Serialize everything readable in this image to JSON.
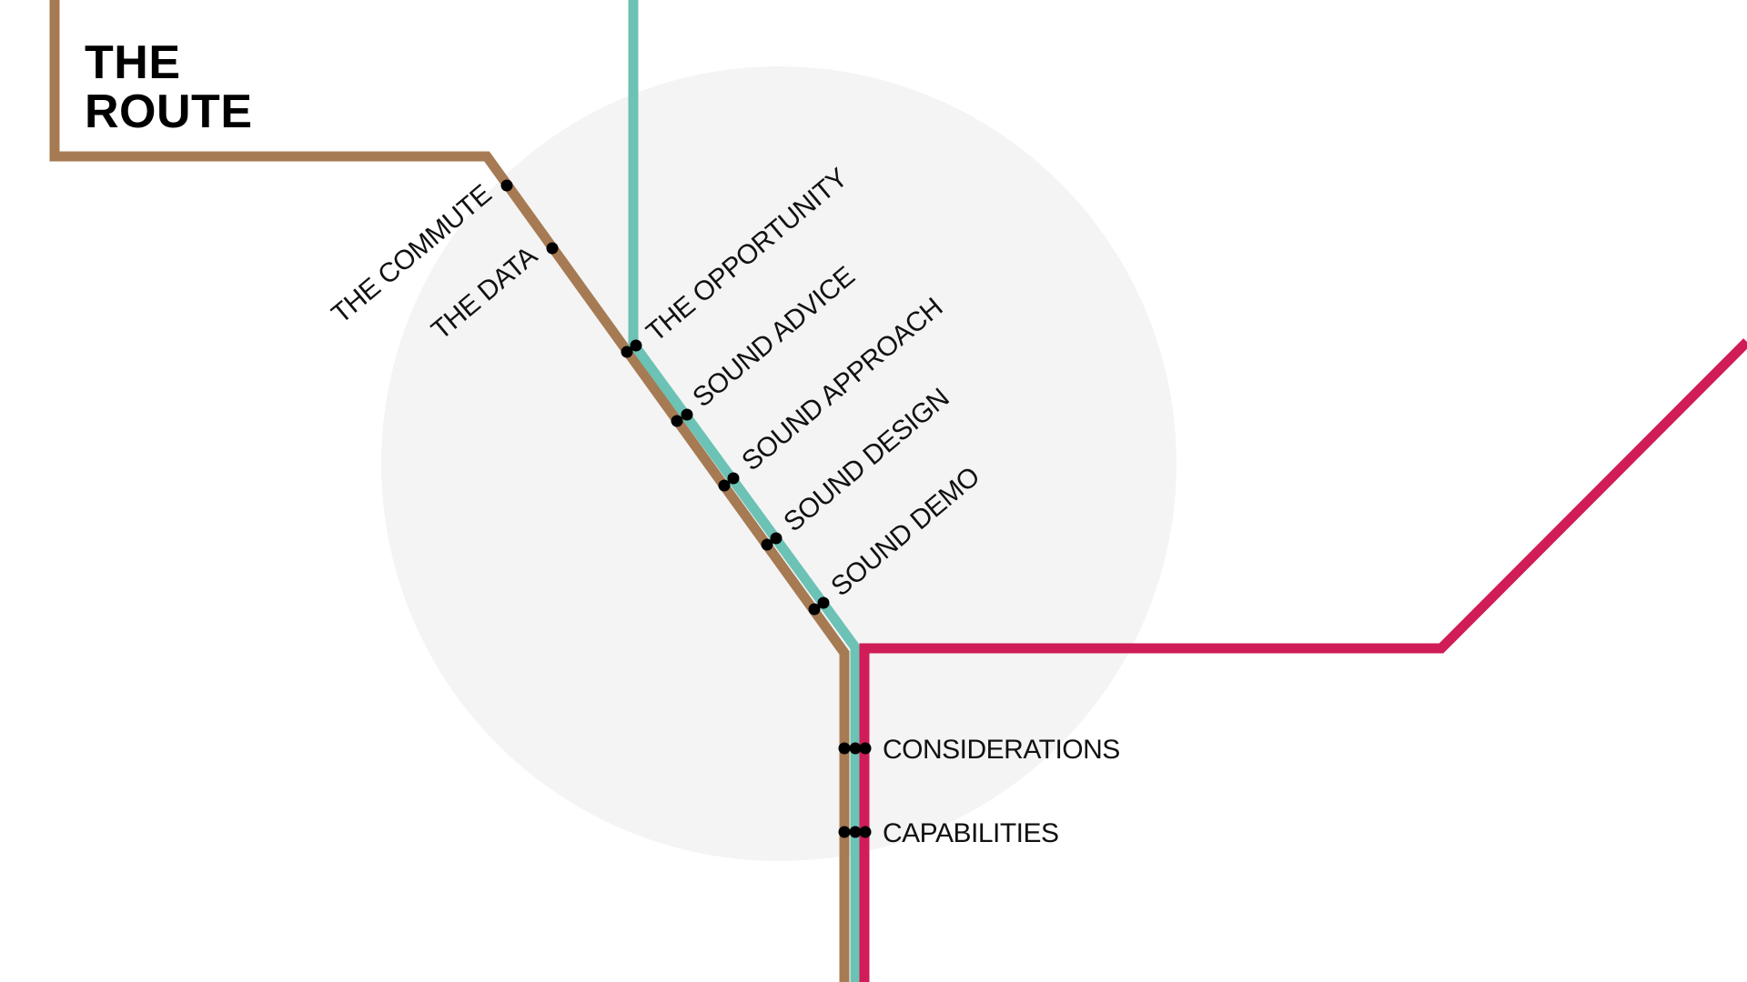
{
  "title": {
    "line1": "THE",
    "line2": "ROUTE"
  },
  "colors": {
    "background": "#ffffff",
    "circle": "#f4f4f4",
    "brown_line": "#a67b53",
    "teal_line": "#6cc2b5",
    "magenta_line": "#d01c57",
    "station_dot": "#000000",
    "label_text": "#111111"
  },
  "lines": [
    {
      "name": "brown-line",
      "color": "#a67b53"
    },
    {
      "name": "teal-line",
      "color": "#6cc2b5"
    },
    {
      "name": "magenta-line",
      "color": "#d01c57"
    }
  ],
  "stations": {
    "the_commute": "THE COMMUTE",
    "the_data": "THE DATA",
    "the_opportunity": "THE OPPORTUNITY",
    "sound_advice": "SOUND ADVICE",
    "sound_approach": "SOUND APPROACH",
    "sound_design": "SOUND DESIGN",
    "sound_demo": "SOUND DEMO",
    "considerations": "CONSIDERATIONS",
    "capabilities": "CAPABILITIES"
  }
}
